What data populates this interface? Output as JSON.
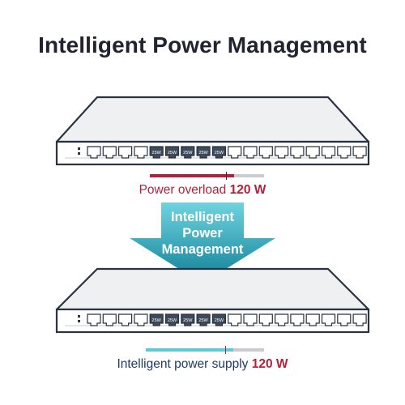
{
  "title": "Intelligent Power Management",
  "top_switch": {
    "port_labels": [
      "25W",
      "25W",
      "25W",
      "25W",
      "25W"
    ]
  },
  "top_caption": {
    "prefix": "Power overload ",
    "value": "120 W",
    "accent_color": "#b0213d",
    "level": 0.74
  },
  "arrow": {
    "line1": "Intelligent",
    "line2": "Power",
    "line3": "Management",
    "colors": [
      "#6fd3df",
      "#0f7f96"
    ]
  },
  "bottom_switch": {
    "port_labels": [
      "25W",
      "25W",
      "25W",
      "25W",
      "25W"
    ]
  },
  "bottom_caption": {
    "prefix": "Intelligent power supply ",
    "value": "120 W",
    "text_color": "#1f3b66",
    "value_color": "#b0213d",
    "accent_color": "#5fc9d6",
    "level": 0.74
  }
}
